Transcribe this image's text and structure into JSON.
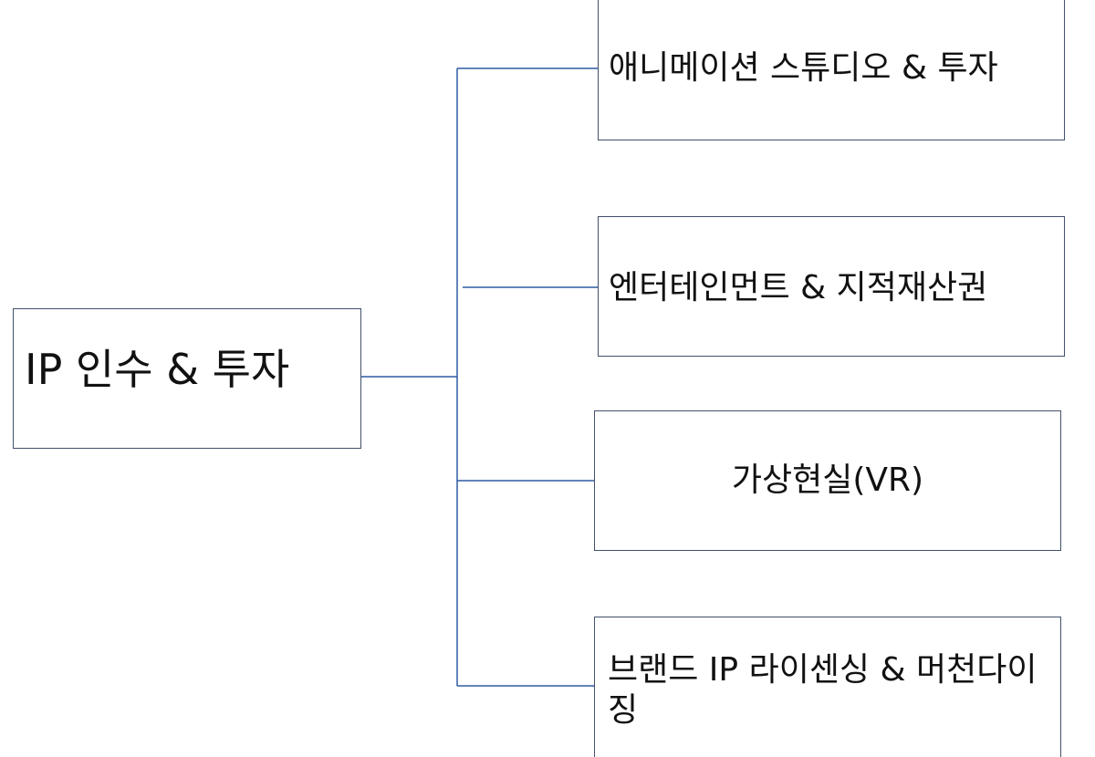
{
  "diagram": {
    "root": {
      "label": "IP 인수 & 투자"
    },
    "children": [
      {
        "label": "애니메이션 스튜디오 & 투자"
      },
      {
        "label": "엔터테인먼트 & 지적재산권"
      },
      {
        "label": "가상현실(VR)"
      },
      {
        "label": "브랜드 IP 라이센싱 & 머천다이징"
      }
    ],
    "colors": {
      "connector": "#2e5ba3",
      "box_border": "#41506b",
      "text": "#111111",
      "background": "#ffffff"
    }
  }
}
